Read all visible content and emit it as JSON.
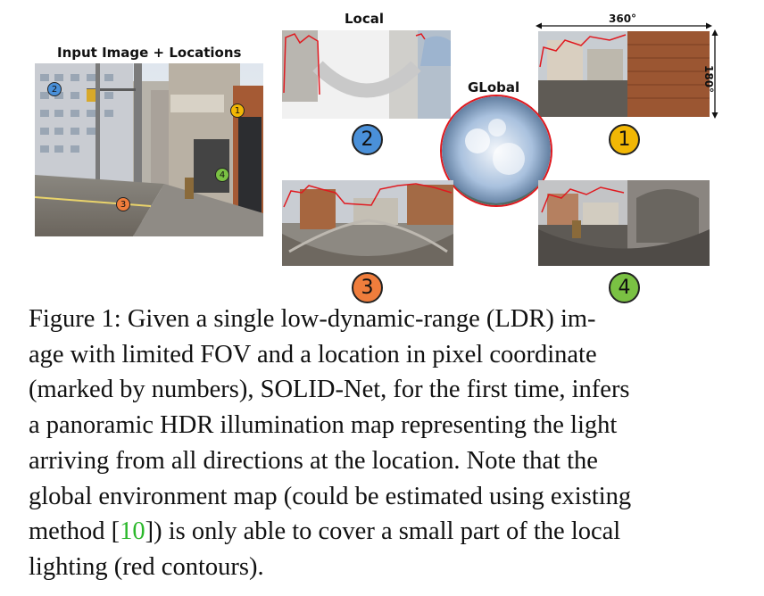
{
  "labels": {
    "input": "Input Image + Locations",
    "local": "Local",
    "global": "GLobal",
    "width_deg": "360°",
    "height_deg": "180°"
  },
  "markers": [
    "1",
    "2",
    "3",
    "4"
  ],
  "panels": [
    {
      "id": "2",
      "color": "#4a90d9"
    },
    {
      "id": "1",
      "color": "#f2b705"
    },
    {
      "id": "3",
      "color": "#ef7d3c"
    },
    {
      "id": "4",
      "color": "#7ac143"
    }
  ],
  "caption": {
    "lines": [
      "Figure 1: Given a single low-dynamic-range (LDR) im-",
      "age with limited FOV and a location in pixel coordinate",
      "(marked by numbers), SOLID-Net, for the first time, infers",
      "a panoramic HDR illumination map representing the light",
      "arriving from all directions at the location. Note that the",
      "global environment map (could be estimated using existing"
    ],
    "line7_pre": "method [",
    "ref": "10",
    "line7_post": "]) is only able to cover a small part of the local",
    "line8": "lighting (red contours)."
  },
  "colors": {
    "contour": "#e0191f",
    "ref": "#2bb82b"
  }
}
